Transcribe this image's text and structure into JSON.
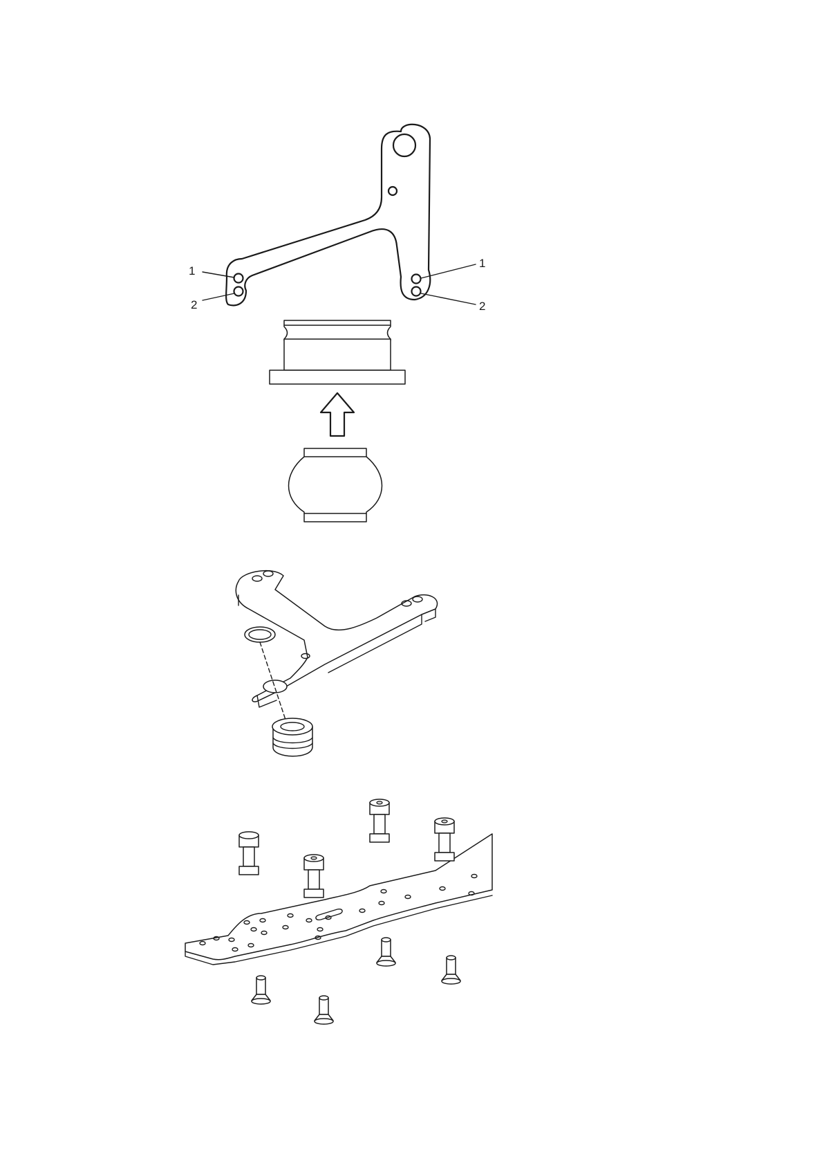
{
  "callouts": {
    "left_top": "1",
    "left_bottom": "2",
    "right_top": "1",
    "right_bottom": "2"
  },
  "colors": {
    "line": "#1a1a1a",
    "background": "#ffffff",
    "shade": "#d9d9d9"
  },
  "figures": [
    "bracket-flat-view",
    "bushing-press-arrow",
    "bracket-isometric-bearing",
    "frame-plate-standoffs-screws"
  ]
}
